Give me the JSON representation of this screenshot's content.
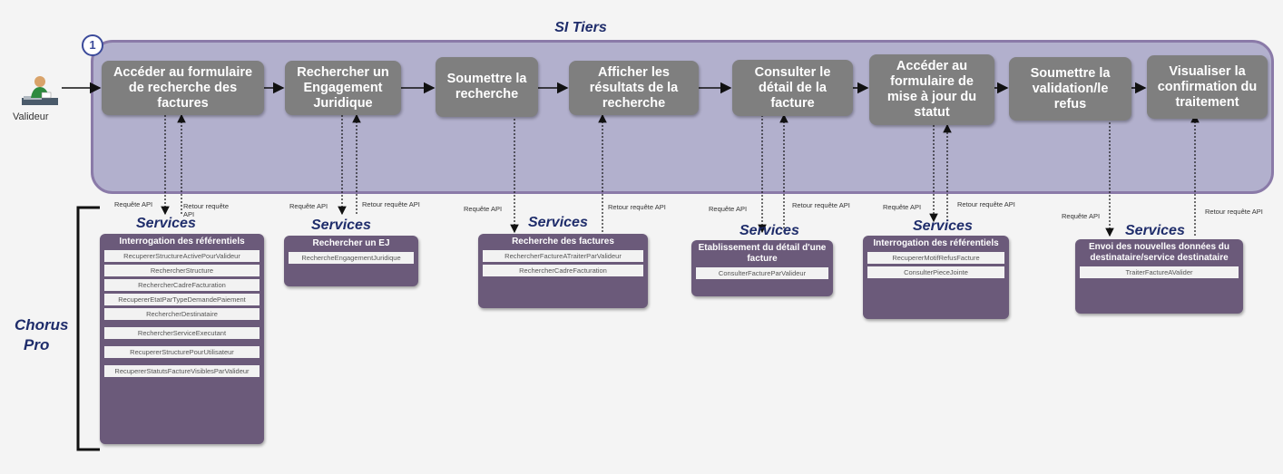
{
  "si_title": "SI Tiers",
  "badge": "1",
  "actor": "Valideur",
  "chorus": [
    "Chorus",
    "Pro"
  ],
  "api_request": "Requête API",
  "api_return": "Retour requête API",
  "steps": [
    "Accéder au formulaire de recherche des factures",
    "Rechercher un Engagement Juridique",
    "Soumettre la recherche",
    "Afficher les résultats de la recherche",
    "Consulter le détail de la facture",
    "Accéder au formulaire de mise à jour du statut",
    "Soumettre la validation/le refus",
    "Visualiser la confirmation du traitement"
  ],
  "services_label": "Services",
  "services": [
    {
      "title": "Interrogation des référentiels",
      "items": [
        "RecupererStructureActivePourValideur",
        "RechercherStructure",
        "RechercherCadreFacturation",
        "RecupererEtatParTypeDemandePaiement",
        "RechercherDestinataire",
        "RechercherServiceExecutant",
        "RecupererStructurePourUtilisateur",
        "RecupererStatutsFactureVisiblesParValideur"
      ]
    },
    {
      "title": "Rechercher un EJ",
      "items": [
        "RechercheEngagementJuridique"
      ]
    },
    {
      "title": "Recherche des factures",
      "items": [
        "RechercherFactureATraiterParValideur",
        "RechercherCadreFacturation"
      ]
    },
    {
      "title": "Etablissement du détail d'une facture",
      "items": [
        "ConsulterFactureParValideur"
      ]
    },
    {
      "title": "Interrogation des référentiels",
      "items": [
        "RecupererMotifRefusFacture",
        "ConsulterPieceJointe"
      ]
    },
    {
      "title": "Envoi des nouvelles données du destinataire/service destinataire",
      "items": [
        "TraiterFactureAValider"
      ]
    }
  ],
  "colors": {
    "frame": "#b2b0cd",
    "frame_border": "#8a7aa8",
    "step": "#7f7f7f",
    "card": "#6b5a7a",
    "title": "#1f2d6b"
  }
}
